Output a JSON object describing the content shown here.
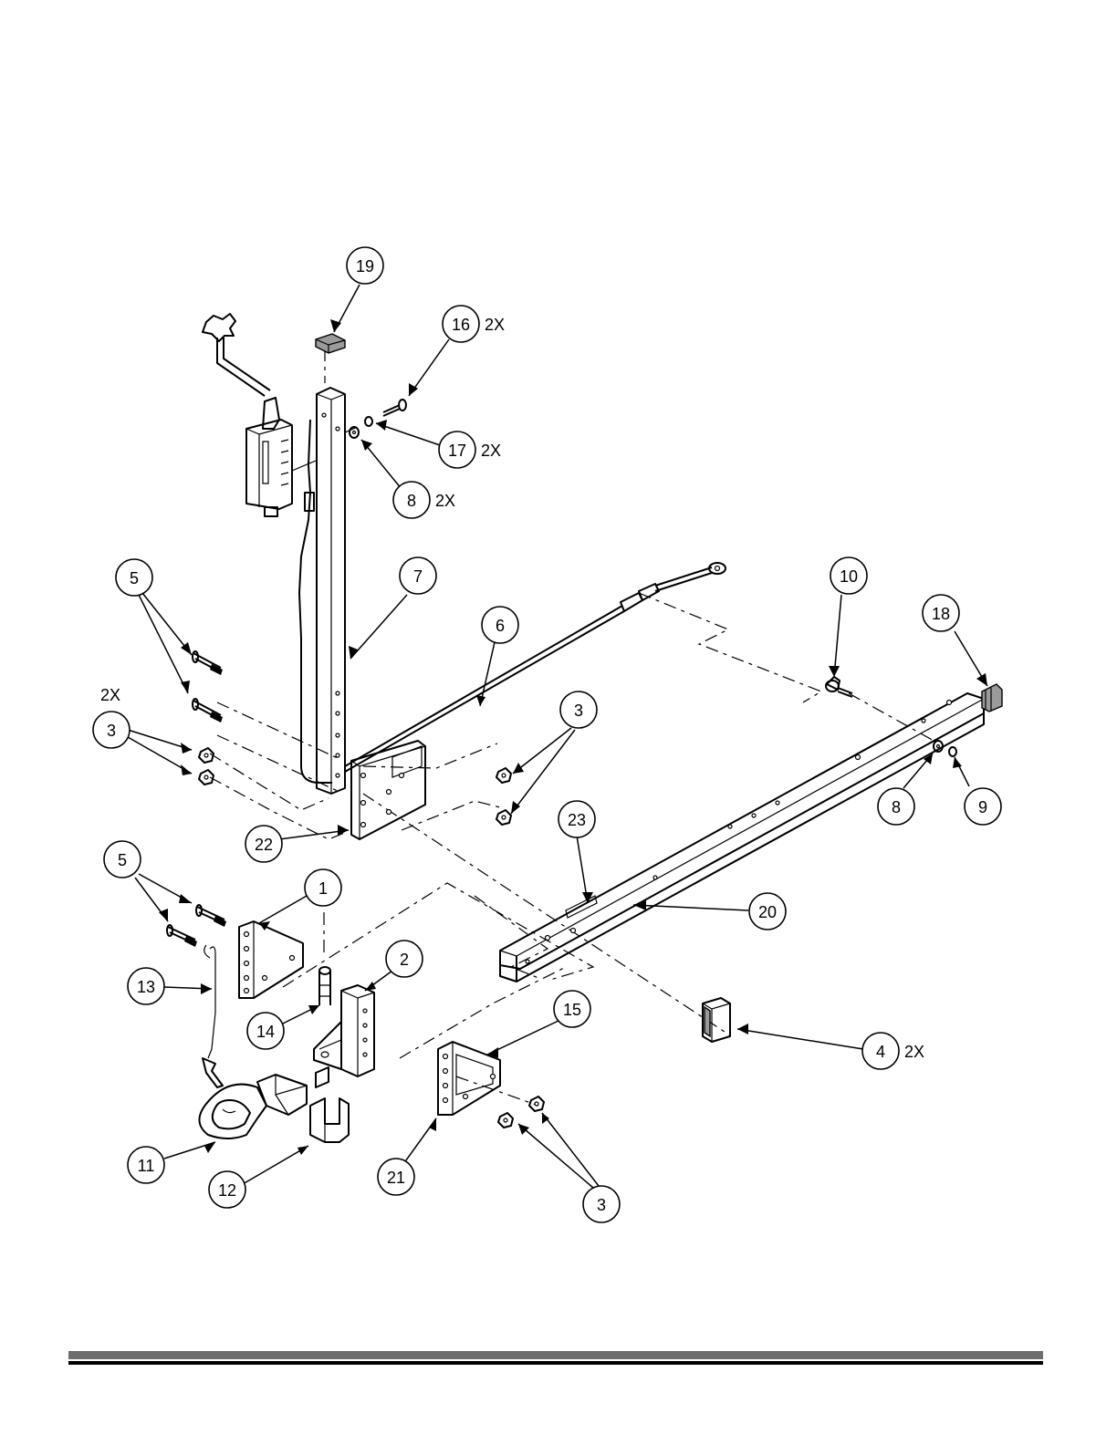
{
  "callouts": [
    {
      "id": "c19",
      "label": "19",
      "qty": ""
    },
    {
      "id": "c16",
      "label": "16",
      "qty": "2X"
    },
    {
      "id": "c17",
      "label": "17",
      "qty": "2X"
    },
    {
      "id": "c8a",
      "label": "8",
      "qty": "2X"
    },
    {
      "id": "c5a",
      "label": "5",
      "qty": ""
    },
    {
      "id": "c7",
      "label": "7",
      "qty": ""
    },
    {
      "id": "c6",
      "label": "6",
      "qty": ""
    },
    {
      "id": "c10",
      "label": "10",
      "qty": ""
    },
    {
      "id": "c18",
      "label": "18",
      "qty": ""
    },
    {
      "id": "c3a",
      "label": "3",
      "qty": ""
    },
    {
      "id": "c3b",
      "label": "3",
      "qty": ""
    },
    {
      "id": "c8b",
      "label": "8",
      "qty": ""
    },
    {
      "id": "c9",
      "label": "9",
      "qty": ""
    },
    {
      "id": "c22",
      "label": "22",
      "qty": ""
    },
    {
      "id": "c23",
      "label": "23",
      "qty": ""
    },
    {
      "id": "c5b",
      "label": "5",
      "qty": ""
    },
    {
      "id": "c1",
      "label": "1",
      "qty": ""
    },
    {
      "id": "c20",
      "label": "20",
      "qty": ""
    },
    {
      "id": "c2",
      "label": "2",
      "qty": ""
    },
    {
      "id": "c13",
      "label": "13",
      "qty": ""
    },
    {
      "id": "c15",
      "label": "15",
      "qty": ""
    },
    {
      "id": "c14",
      "label": "14",
      "qty": ""
    },
    {
      "id": "c4",
      "label": "4",
      "qty": "2X"
    },
    {
      "id": "c11",
      "label": "11",
      "qty": ""
    },
    {
      "id": "c12",
      "label": "12",
      "qty": ""
    },
    {
      "id": "c21",
      "label": "21",
      "qty": ""
    },
    {
      "id": "c3c",
      "label": "3",
      "qty": ""
    }
  ],
  "free_text": {
    "qty_2x_left": "2X"
  },
  "colors": {
    "line": "#000000",
    "footer_bar_dark": "#6e6e6e",
    "footer_bar_black": "#000000"
  }
}
